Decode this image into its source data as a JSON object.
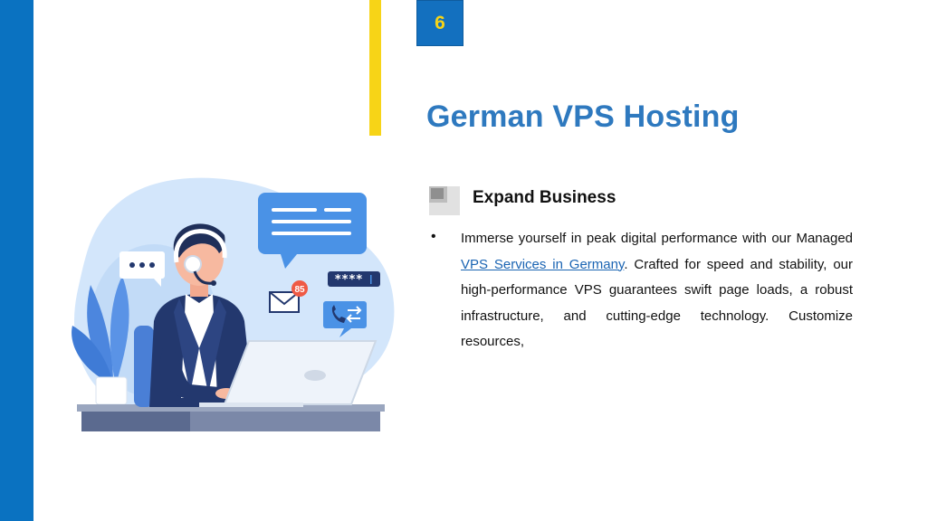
{
  "page": {
    "number": "6"
  },
  "slide": {
    "title": "German VPS Hosting"
  },
  "section": {
    "heading": "Expand Business",
    "bullet": "•",
    "paragraph": {
      "before_link": "Immerse yourself in peak digital performance with our Managed ",
      "link_text": "VPS Services in Germany",
      "after_link": ". Crafted for speed and stability, our high-performance VPS guarantees swift page loads, a robust infrastructure, and cutting-edge technology. Customize resources,"
    }
  },
  "illustration": {
    "notification_count": "85",
    "password_mask": "****",
    "icons": [
      "chat-dots-icon",
      "message-lines-icon",
      "envelope-icon",
      "phone-transfer-icon",
      "password-icon",
      "plant-icon",
      "laptop-icon",
      "headset-icon"
    ]
  },
  "colors": {
    "accent_blue": "#0a72c1",
    "title_blue": "#2e79bf",
    "accent_yellow": "#f7d417",
    "link_blue": "#1a64b3"
  }
}
